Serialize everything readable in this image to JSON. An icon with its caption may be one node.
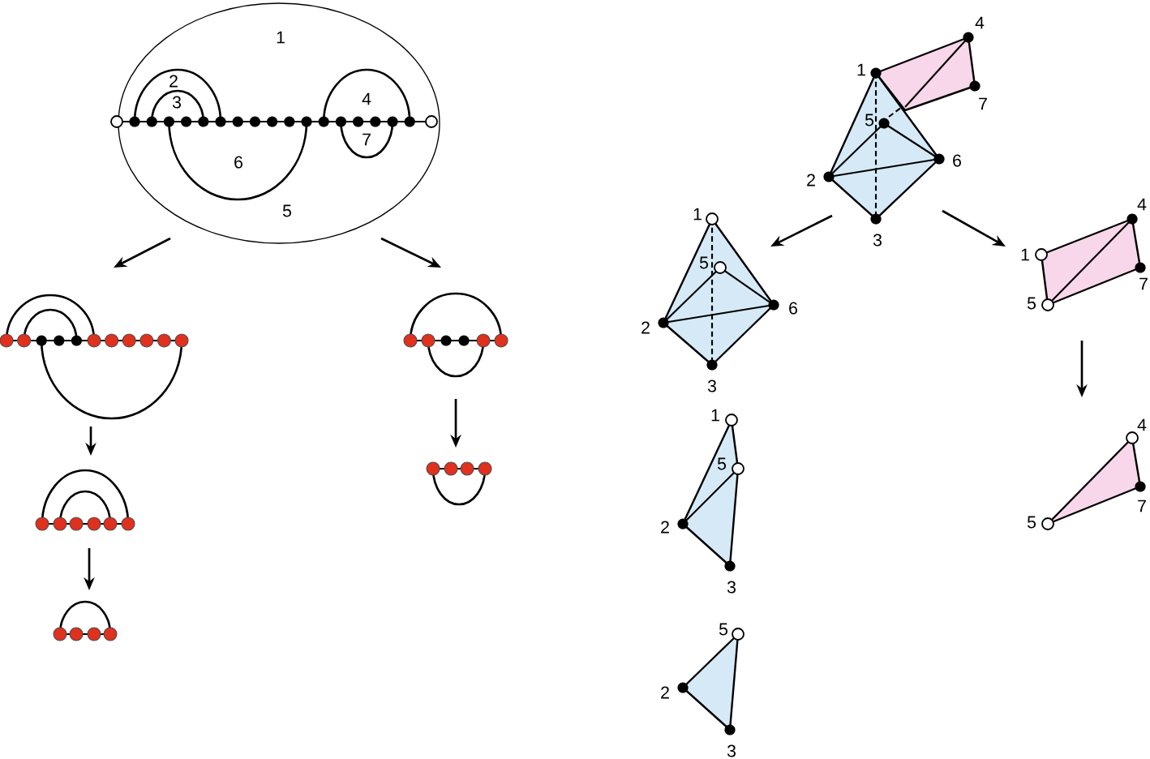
{
  "diagram": {
    "nodes": [
      {
        "text": [
          "1",
          "2",
          "3",
          "4",
          "7",
          "6",
          "5"
        ]
      },
      {
        "text": [],
        "shape": "picture"
      },
      {
        "text": [],
        "shape": "picture"
      },
      {
        "text": [],
        "shape": "picture"
      },
      {
        "text": [],
        "shape": "picture"
      },
      {
        "text": [],
        "shape": "picture"
      },
      {
        "text": [
          "4",
          "1",
          "7",
          "5",
          "6",
          "2",
          "3"
        ]
      },
      {
        "text": [
          "1",
          "5",
          "6",
          "2",
          "3"
        ]
      },
      {
        "text": [
          "4",
          "1",
          "7",
          "5"
        ]
      },
      {
        "text": [
          "1",
          "5",
          "2",
          "3"
        ]
      },
      {
        "text": [
          "4",
          "7",
          "5"
        ]
      },
      {
        "text": [
          "5",
          "2",
          "3"
        ]
      }
    ],
    "edges": [
      {
        "from": 0,
        "to": 1,
        "arrow": "to"
      },
      {
        "from": 0,
        "to": 2,
        "arrow": "to"
      },
      {
        "from": 1,
        "to": 3,
        "arrow": "to"
      },
      {
        "from": 3,
        "to": 5,
        "arrow": "to"
      },
      {
        "from": 2,
        "to": 4,
        "arrow": "to"
      },
      {
        "from": 6,
        "to": 7,
        "arrow": "to"
      },
      {
        "from": 6,
        "to": 8,
        "arrow": "to"
      },
      {
        "from": 8,
        "to": 10,
        "arrow": "to"
      }
    ]
  }
}
